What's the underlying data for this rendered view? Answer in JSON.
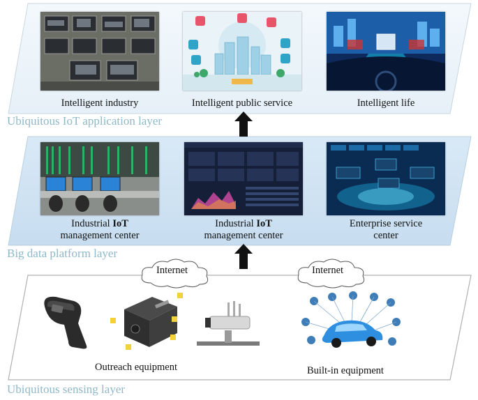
{
  "application_layer": {
    "label": "Ubiquitous IoT application layer",
    "items": [
      {
        "caption": "Intelligent industry"
      },
      {
        "caption": "Intelligent public service"
      },
      {
        "caption": "Intelligent life"
      }
    ]
  },
  "platform_layer": {
    "label": "Big data platform layer",
    "items": [
      {
        "caption_line1_pre": "Industrial ",
        "caption_line1_bold": "IoT",
        "caption_line2": "management center"
      },
      {
        "caption_line1_pre": "Industrial ",
        "caption_line1_bold": "IoT",
        "caption_line2": "management center"
      },
      {
        "caption_line1": "Enterprise service",
        "caption_line2": "center"
      }
    ]
  },
  "sensing_layer": {
    "label": "Ubiquitous sensing layer",
    "clouds": [
      {
        "text": "Internet"
      },
      {
        "text": "Internet"
      }
    ],
    "items": [
      {
        "caption": "Outreach equipment"
      },
      {
        "caption": "Built-in equipment"
      }
    ]
  },
  "colors": {
    "top_panel": "#eef5fb",
    "mid_panel": "#cfe3f4",
    "bottom_panel": "#ffffff",
    "layer_label": "#8fb8c8",
    "arrow": "#111111"
  }
}
